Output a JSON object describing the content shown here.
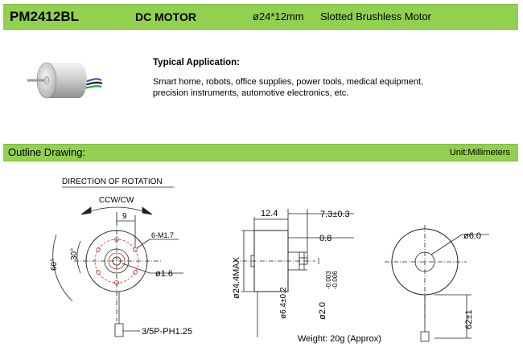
{
  "header": {
    "model": "PM2412BL",
    "type": "DC  MOTOR",
    "size": "ø24*12mm",
    "kind": "Slotted Brushless Motor"
  },
  "application": {
    "title": "Typical  Application:",
    "line1": "Smart home, robots, office supplies, power tools, medical equipment,",
    "line2": "precision instruments, automotive electronics, etc."
  },
  "outline": {
    "title": "Outline Drawing:",
    "unit": "Unit:Millimeters"
  },
  "drawing": {
    "rotation_title": "DIRECTION OF ROTATION",
    "rotation_dir": "CCW/CW",
    "dim_9": "9",
    "dim_holes": "6-M1.7",
    "dim_60": "60°",
    "dim_30": "30°",
    "dim_shaft_small": "ø1.6",
    "connector": "3/5P-PH1.25",
    "dim_12_4": "12.4",
    "dim_7_3": "7.3±0.3",
    "dim_0_8": "0.8",
    "dim_24_4": "ø24.4MAX",
    "dim_6_4": "ø6.4±0.2",
    "dim_2_0": "ø2.0",
    "dim_2_0_tol_upper": "-0.003",
    "dim_2_0_tol_lower": "-0.006",
    "dim_6_0": "ø6.0",
    "dim_62": "62±1"
  },
  "weight": "Weight: 20g (Approx)",
  "colors": {
    "header_bar": "#92d050"
  }
}
